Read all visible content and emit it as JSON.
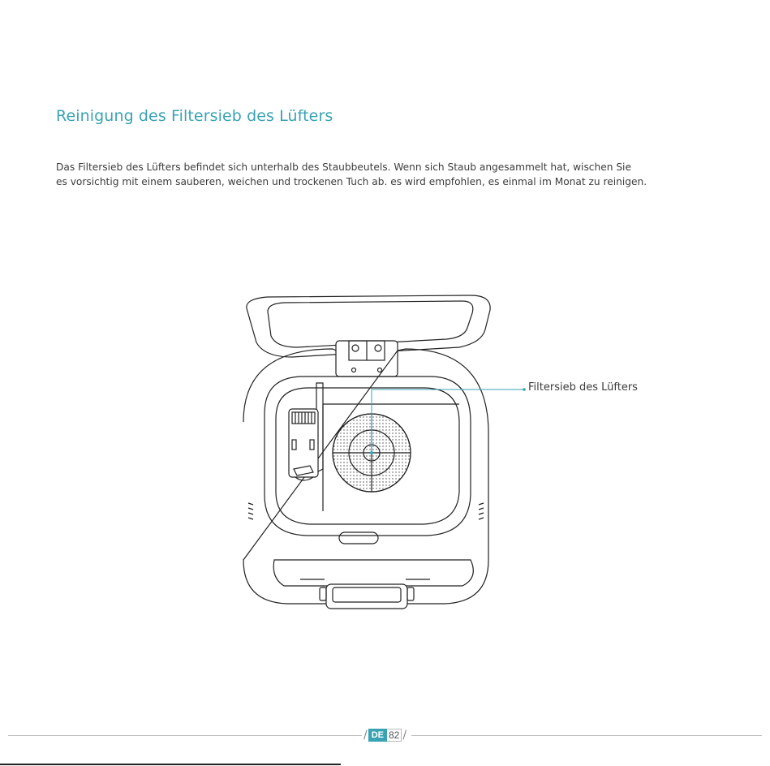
{
  "section": {
    "title": "Reinigung des Filtersieb des Lüfters",
    "paragraph_lines": [
      "Das Filtersieb des Lüfters befindet sich unterhalb des Staubbeutels. Wenn sich Staub angesammelt hat, wischen Sie",
      "es vorsichtig mit einem sauberen, weichen und trockenen Tuch ab. es wird empfohlen, es einmal im Monat zu reinigen."
    ]
  },
  "illustration": {
    "callout_label": "Filtersieb des Lüfters",
    "accent_color": "#3aa3b3"
  },
  "footer": {
    "language": "DE",
    "page_number": "82"
  }
}
